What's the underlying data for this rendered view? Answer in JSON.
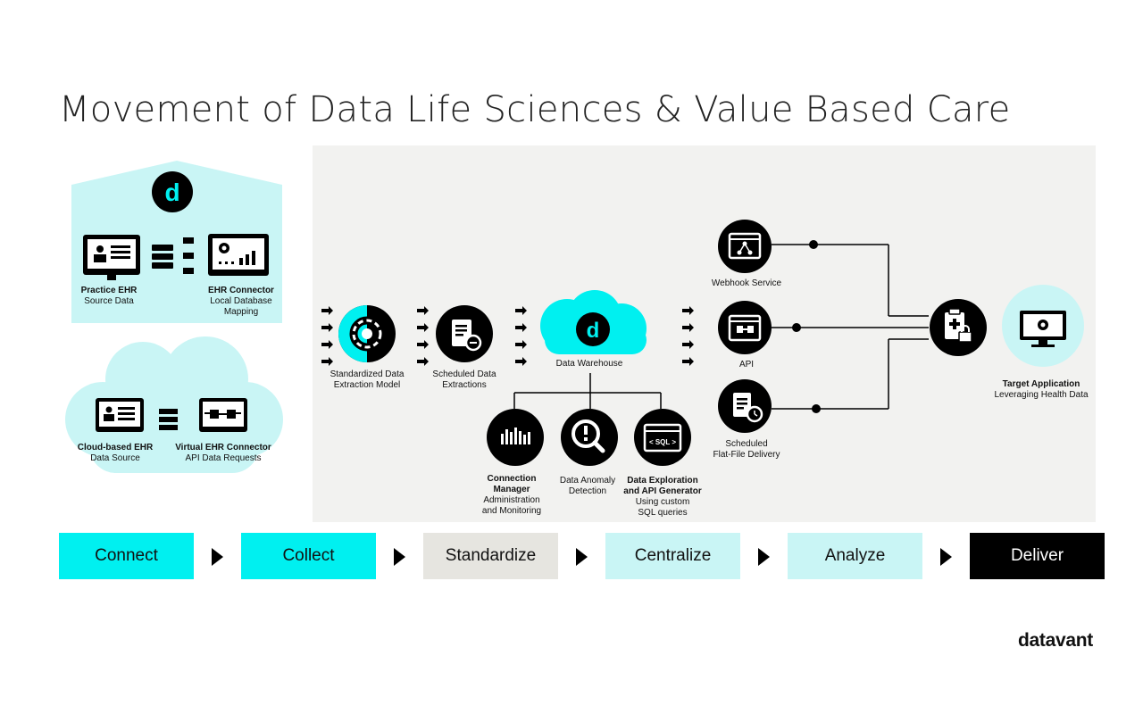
{
  "title": "Movement of Data Life Sciences & Value Based Care",
  "colors": {
    "cyan": "#00f0f0",
    "light_cyan": "#c9f5f5",
    "gray": "#e6e5e0",
    "black": "#000000",
    "panel": "#f2f2f0"
  },
  "nodes": {
    "practice_ehr": {
      "title": "Practice EHR",
      "sub": "Source Data"
    },
    "ehr_connector": {
      "title": "EHR Connector",
      "sub1": "Local Database",
      "sub2": "Mapping"
    },
    "cloud_ehr": {
      "title": "Cloud-based EHR",
      "sub": "Data Source"
    },
    "virtual_connector": {
      "title": "Virtual EHR Connector",
      "sub": "API Data Requests"
    },
    "extraction_model": {
      "line1": "Standardized Data",
      "line2": "Extraction Model"
    },
    "scheduled_extractions": {
      "line1": "Scheduled Data",
      "line2": "Extractions"
    },
    "data_warehouse": {
      "label": "Data Warehouse"
    },
    "connection_manager": {
      "title1": "Connection",
      "title2": "Manager",
      "sub1": "Administration",
      "sub2": "and Monitoring"
    },
    "anomaly": {
      "line1": "Data Anomaly",
      "line2": "Detection"
    },
    "exploration": {
      "title1": "Data Exploration",
      "title2": "and API Generator",
      "sub1": "Using custom",
      "sub2": "SQL queries"
    },
    "webhook": {
      "label": "Webhook Service"
    },
    "api": {
      "label": "API"
    },
    "flatfile": {
      "line1": "Scheduled",
      "line2": "Flat-File Delivery"
    },
    "target": {
      "title": "Target Application",
      "sub": "Leveraging Health Data"
    }
  },
  "icons": {
    "d_logo": "d",
    "sql": "< SQL >"
  },
  "stages": [
    {
      "label": "Connect",
      "bg": "#00f0f0",
      "fg": "#111111"
    },
    {
      "label": "Collect",
      "bg": "#00f0f0",
      "fg": "#111111"
    },
    {
      "label": "Standardize",
      "bg": "#e6e5e0",
      "fg": "#111111"
    },
    {
      "label": "Centralize",
      "bg": "#c9f5f5",
      "fg": "#111111"
    },
    {
      "label": "Analyze",
      "bg": "#c9f5f5",
      "fg": "#111111"
    },
    {
      "label": "Deliver",
      "bg": "#000000",
      "fg": "#ffffff"
    }
  ],
  "brand": "datavant"
}
